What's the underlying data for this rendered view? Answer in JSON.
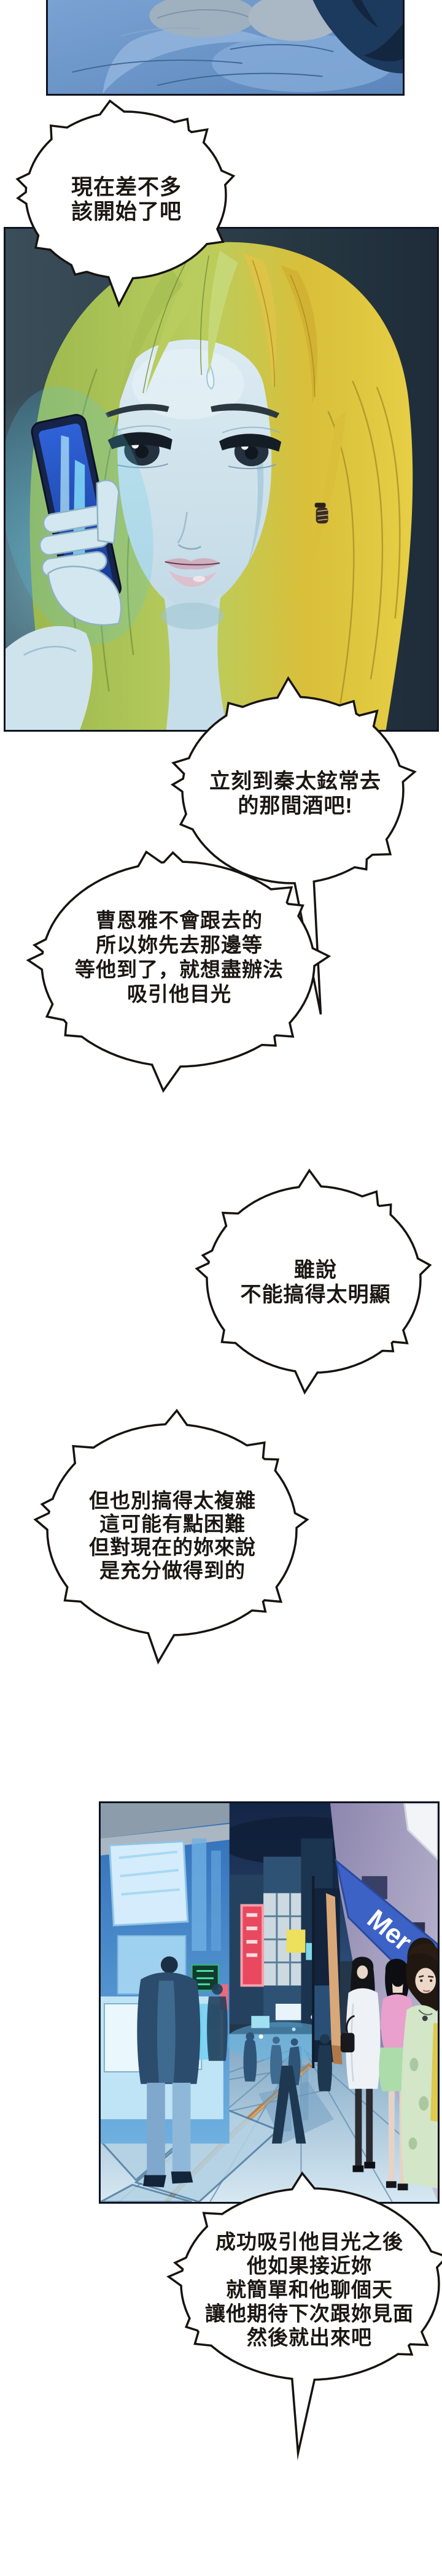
{
  "comic": {
    "bubbles": [
      {
        "lines": [
          "現在差不多",
          "該開始了吧"
        ]
      },
      {
        "lines": [
          "立刻到秦太鉉常去",
          "的那間酒吧!"
        ]
      },
      {
        "lines": [
          "曹恩雅不會跟去的",
          "所以妳先去那邊等",
          "等他到了，就想盡辦法",
          "吸引他目光"
        ]
      },
      {
        "lines": [
          "雖說",
          "不能搞得太明顯"
        ]
      },
      {
        "lines": [
          "但也別搞得太複雜",
          "這可能有點困難",
          "但對現在的妳來說",
          "是充分做得到的"
        ]
      },
      {
        "lines": [
          "成功吸引他目光之後",
          "他如果接近妳",
          "就簡單和他聊個天",
          "讓他期待下次跟妳見面",
          "然後就出來吧"
        ]
      }
    ],
    "street_sign_text": "Mer",
    "colors": {
      "page_bg": "#ffffff",
      "bubble_fill": "#ffffff",
      "bubble_stroke": "#171310",
      "panel_border": "#0d1420",
      "night_blue": "#1c3253",
      "phone_glow": "#7fd4f5",
      "hair_green": "#aec556",
      "hair_yellow": "#e2c93f",
      "face_blue": "#cfe2ec",
      "sign_blue": "#3c62c6",
      "sign_red": "#e8495f",
      "curb_orange": "#b5824e"
    }
  }
}
